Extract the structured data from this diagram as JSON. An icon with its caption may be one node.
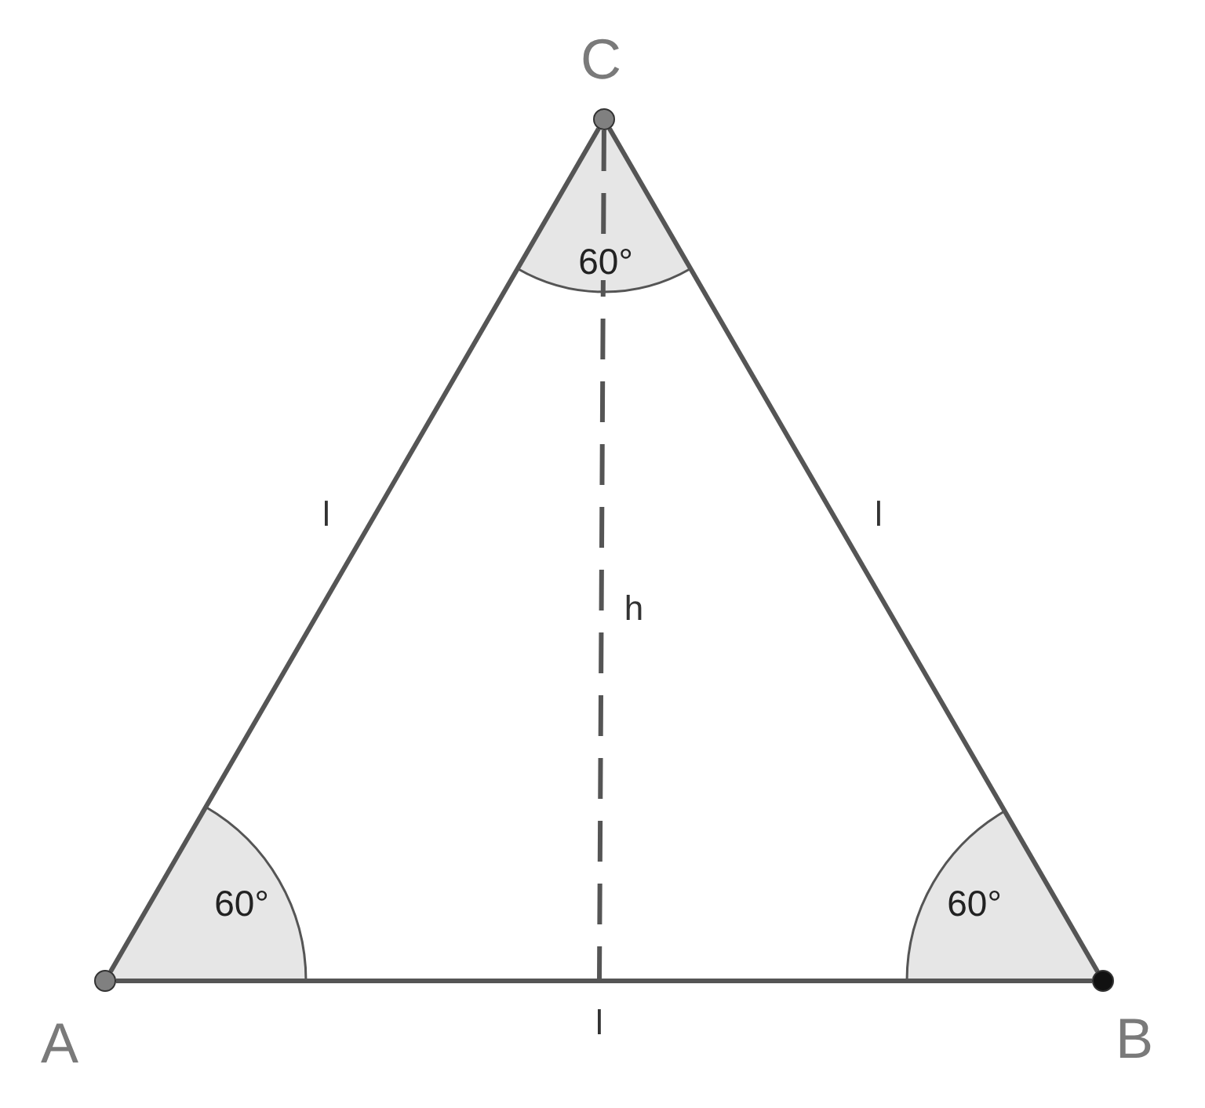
{
  "diagram": {
    "nodes": [
      {
        "text": [
          "A"
        ]
      },
      {
        "text": [
          "B"
        ]
      },
      {
        "text": [
          "C"
        ]
      }
    ],
    "edges": [
      {
        "from": 0,
        "to": 1,
        "arrow": "none",
        "label": "l"
      },
      {
        "from": 1,
        "to": 2,
        "arrow": "none",
        "label": "l"
      },
      {
        "from": 2,
        "to": 0,
        "arrow": "none",
        "label": "l"
      },
      {
        "from": 2,
        "to": null,
        "arrow": "none",
        "label": "h",
        "style": "dashed"
      }
    ],
    "labels": [
      "60°",
      "60°",
      "60°"
    ]
  }
}
